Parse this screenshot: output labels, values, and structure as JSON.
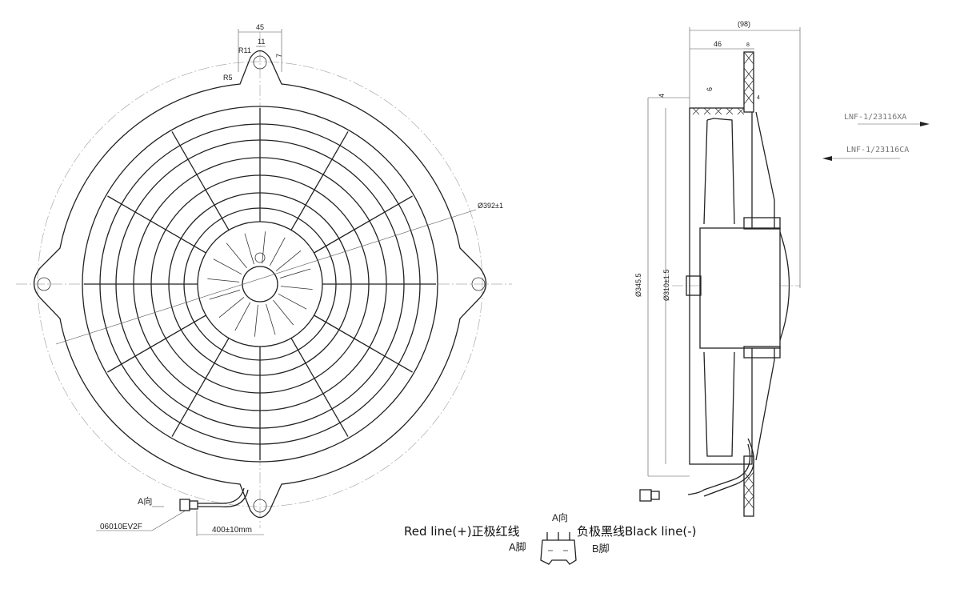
{
  "front_view": {
    "dims": {
      "width_45": "45",
      "hole_11": "11",
      "radius_r11": "R11",
      "height_7": "7",
      "radius_r5": "R5",
      "diameter": "Ø392±1"
    },
    "view_label": "A向",
    "connector_part": "06010EV2F",
    "lead_length": "400±10mm",
    "spoke_count": 12
  },
  "side_view": {
    "dims": {
      "overall": "(98)",
      "depth_46": "46",
      "flange_8": "8",
      "gap_6": "6",
      "t4_a": "4",
      "t4_b": "4",
      "outer_dia": "Ø345.5",
      "inner_dia": "Ø310±1.5"
    },
    "models": [
      "LNF-1/23116XA",
      "LNF-1/23116CA"
    ]
  },
  "connector_detail": {
    "view_label": "A向",
    "red_label": "Red line(+)正极红线",
    "black_label": "负极黑线Black line(-)",
    "pin_a": "A脚",
    "pin_b": "B脚"
  }
}
